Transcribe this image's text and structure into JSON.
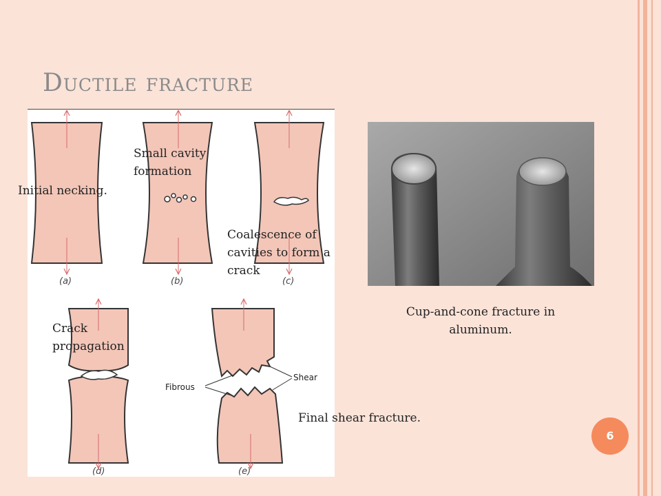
{
  "slide": {
    "title": "Ductile fracture",
    "page_number": "6"
  },
  "figure": {
    "panel_labels": [
      "(a)",
      "(b)",
      "(c)",
      "(d)",
      "(e)"
    ],
    "annot_fibrous": "Fibrous",
    "annot_shear": "Shear"
  },
  "labels": {
    "initial_necking": "Initial necking.",
    "small_cavity": [
      "Small cavity",
      "formation"
    ],
    "coalescence": [
      "Coalescence of",
      "cavities to form a",
      "crack"
    ],
    "crack_propagation": [
      "Crack",
      "propagation"
    ],
    "final_shear": "Final shear fracture."
  },
  "photo": {
    "caption": [
      "Cup-and-cone fracture in",
      "aluminum."
    ]
  },
  "colors": {
    "specimen_fill": "#f3c6b8",
    "arrow": "#d96a6a",
    "badge": "#f58a5c",
    "title": "#8a8a8a"
  }
}
